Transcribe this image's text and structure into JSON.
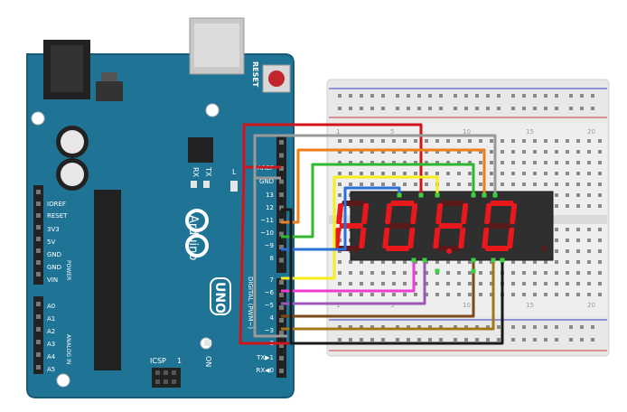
{
  "board": {
    "reset_label": "RESET",
    "power_pins": [
      "IOREF",
      "RESET",
      "3V3",
      "5V",
      "GND",
      "GND",
      "VIN"
    ],
    "power_group_label": "POWER",
    "analog_pins": [
      "A0",
      "A1",
      "A2",
      "A3",
      "A4",
      "A5"
    ],
    "analog_group_label": "ANALOG IN",
    "top_labels": [
      "AREF",
      "GND",
      "13",
      "12",
      "~11",
      "~10",
      "~9",
      "8"
    ],
    "bottom_labels": [
      "7",
      "~6",
      "~5",
      "4",
      "~3",
      "2",
      "TX▶1",
      "RX◀0"
    ],
    "digital_label": "DIGITAL (PWM~)",
    "brand": "Arduino",
    "model": "UNO",
    "icsp_label": "ICSP",
    "icsp_num": "1",
    "tx_label": "TX",
    "rx_label": "RX",
    "l_label": "L",
    "on_label": "ON"
  },
  "breadboard": {
    "col_numbers": [
      "1",
      "5",
      "10",
      "15",
      "20"
    ]
  },
  "display": {
    "digits_text": "H0H0",
    "segment_color": "#e8181c",
    "body_color": "#2f2f2f"
  },
  "wire_colors": {
    "red": "#d0141a",
    "gray": "#9a9a9a",
    "orange": "#ef7d1a",
    "green": "#2fb82f",
    "yellow": "#f4ee1a",
    "blue": "#2a6fd8",
    "magenta": "#f03ad8",
    "purple": "#9b59b6",
    "brown": "#7a4a1a",
    "olive": "#a07818",
    "black": "#1a1a1a"
  },
  "board_color": "#1f7496"
}
